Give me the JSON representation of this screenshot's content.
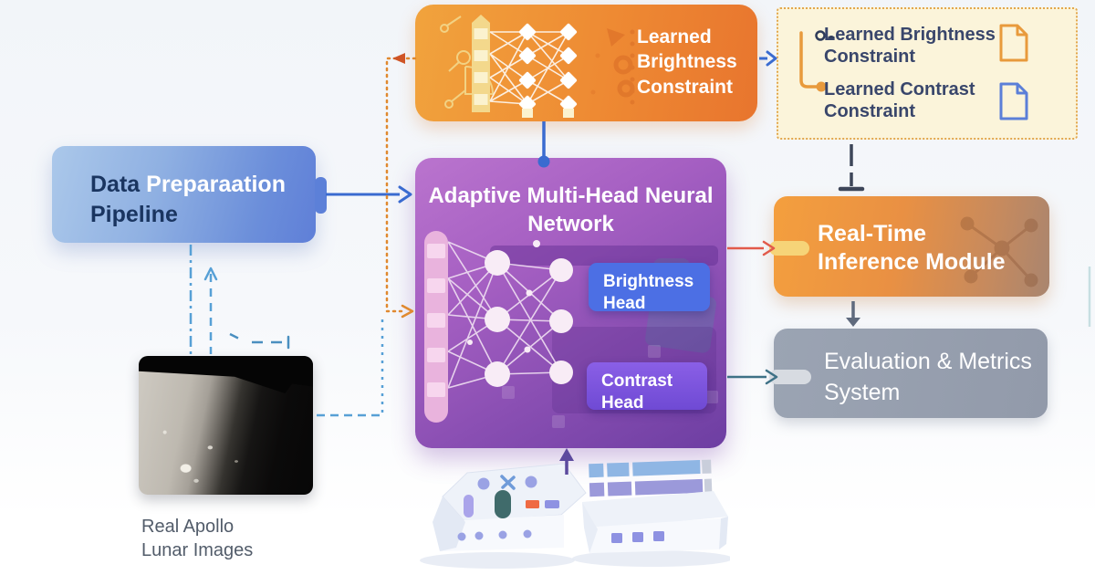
{
  "palette": {
    "module_orange": "#ee8a33",
    "constraint_panel_bg": "#fbf4da",
    "constraint_panel_border": "#e2a74e",
    "data_prep_blue": "#6b8eda",
    "network_purple": "#8a4fb3",
    "brightness_head_blue": "#4c6fe4",
    "contrast_head_purple": "#7450d8",
    "inference_orange": "#e99043",
    "evaluation_gray": "#99a1b0",
    "arrow_blue": "#3a6bd0",
    "arrow_orange_dotted": "#e0892f",
    "arrow_red": "#e25a4b",
    "arrow_teal": "#3e7186",
    "dashed_blue": "#57a0d6",
    "connector_dark": "#3d4659",
    "doc_icon_orange": "#e89a3c",
    "doc_icon_blue": "#5b7fd8"
  },
  "nodes": {
    "constraint_module": {
      "label": "Learned Brightness Constraint"
    },
    "constraint_list": {
      "item1": "Learned Brightness Constraint",
      "item2": "Learned Contrast Constraint"
    },
    "data_prep": {
      "word1": "Data",
      "word2": "Preparaation",
      "word3": "Pipeline"
    },
    "network": {
      "title": "Adaptive Multi-Head Neural Network",
      "head1": "Brightness Head",
      "head2": "Contrast Head"
    },
    "inference": {
      "label": "Real-Time Inference Module"
    },
    "evaluation": {
      "label": "Evaluation & Metrics System"
    },
    "lunar": {
      "caption": "Real Apollo Lunar Images"
    }
  }
}
